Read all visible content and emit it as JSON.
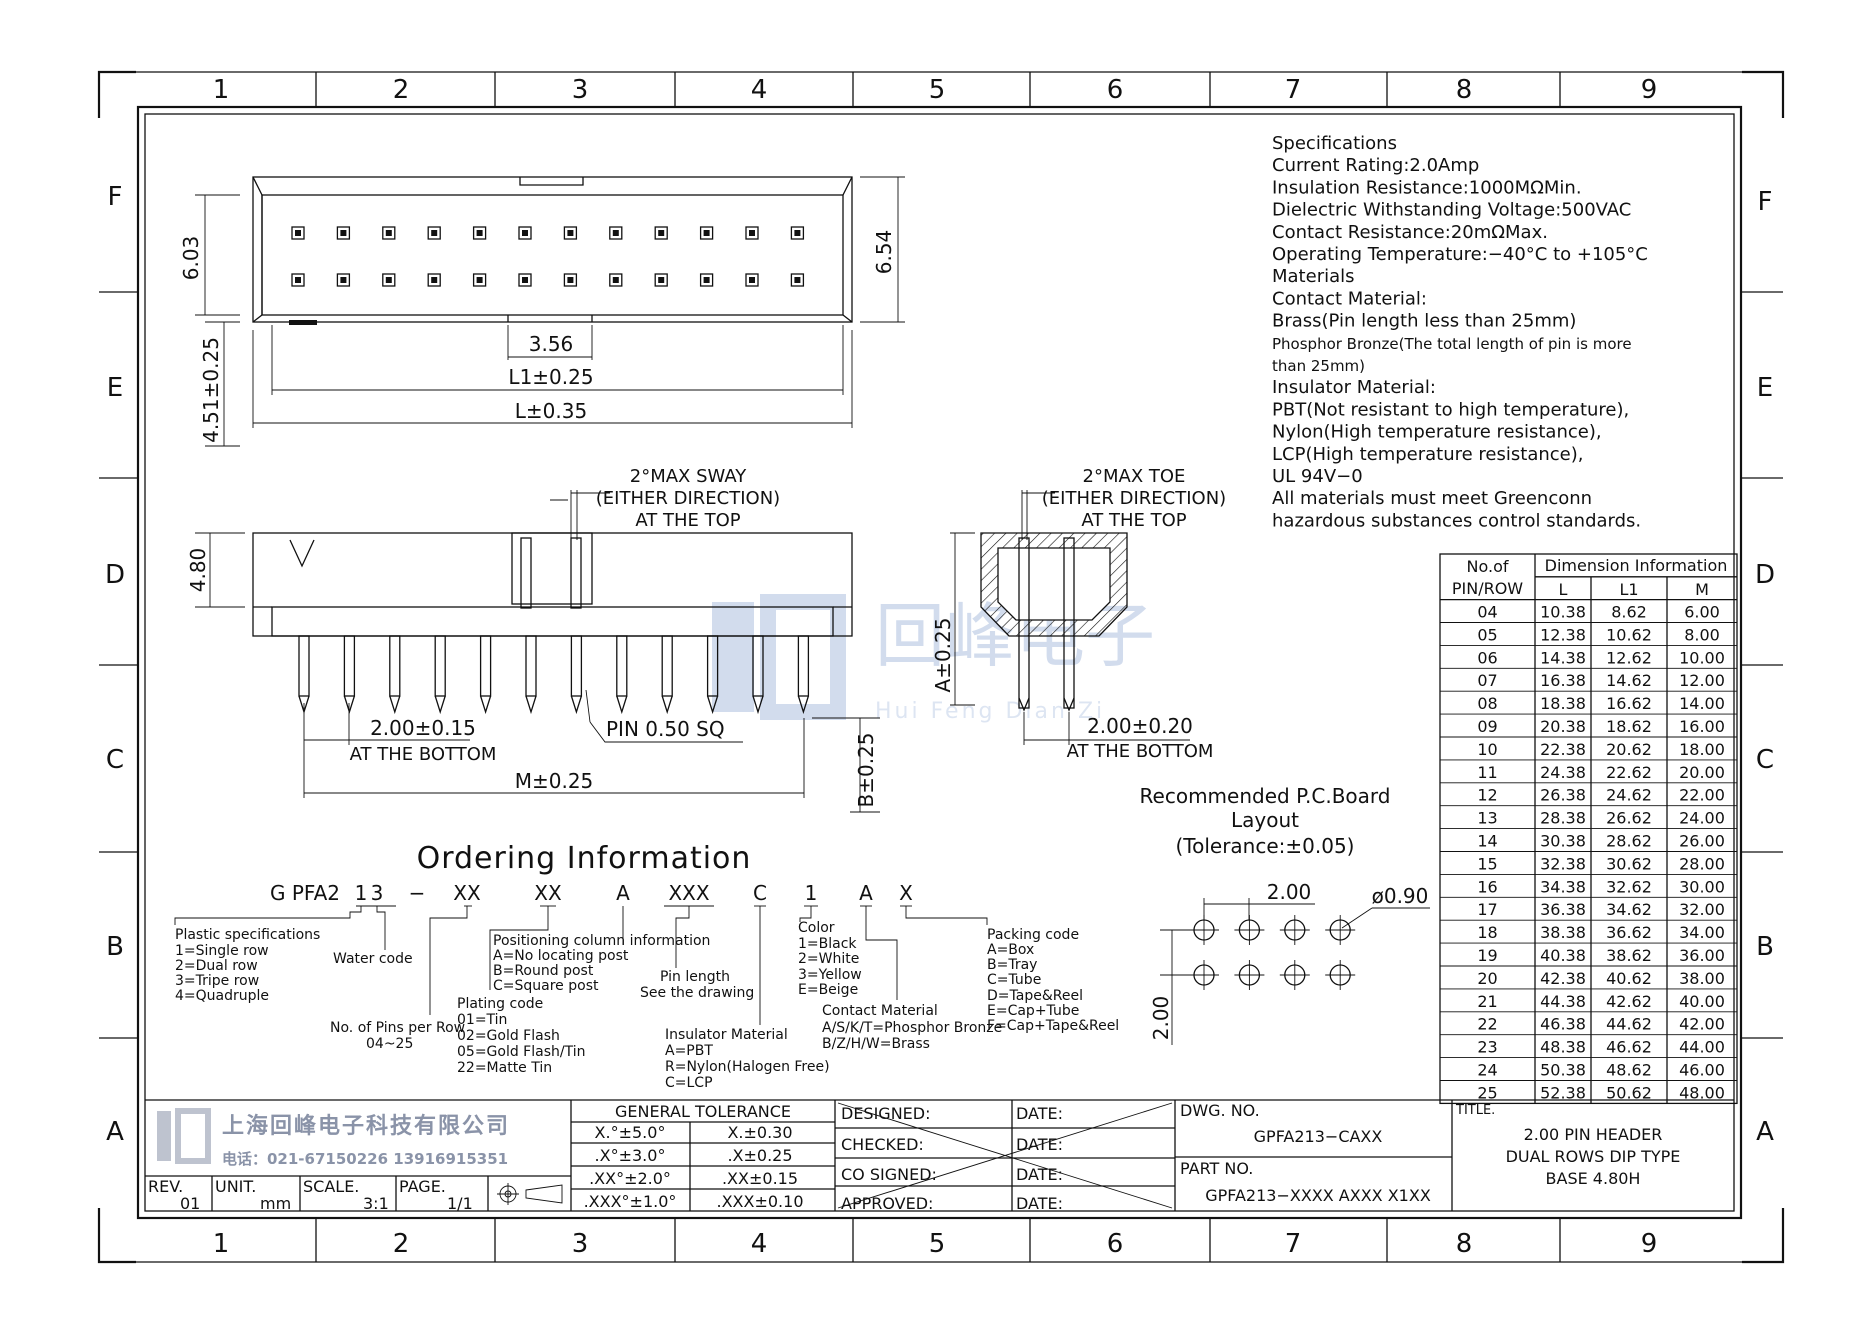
{
  "frame": {
    "columns": [
      "1",
      "2",
      "3",
      "4",
      "5",
      "6",
      "7",
      "8",
      "9"
    ],
    "rows": [
      "F",
      "E",
      "D",
      "C",
      "B",
      "A"
    ]
  },
  "top_view": {
    "dims": {
      "height_inner": "6.03",
      "height_outer": "6.54",
      "pitch": "3.56",
      "l1": "L1±0.25",
      "l": "L±0.35",
      "offset": "4.51±0.25"
    }
  },
  "side_view": {
    "sway_label": [
      "2°MAX SWAY",
      "(EITHER DIRECTION)",
      "AT THE TOP"
    ],
    "height": "4.80",
    "pitch": "2.00±0.15",
    "pitch_note": "AT THE BOTTOM",
    "pin": "PIN 0.50 SQ",
    "m": "M±0.25",
    "b": "B±0.25"
  },
  "end_view": {
    "toe_label": [
      "2°MAX TOE",
      "(EITHER DIRECTION)",
      "AT THE TOP"
    ],
    "a": "A±0.25",
    "pitch": "2.00±0.20",
    "pitch_note": "AT THE BOTTOM"
  },
  "watermark": {
    "cn": "回峰电子",
    "en": "Hui Feng Dian Zi"
  },
  "specifications": [
    "Specifications",
    "Current  Rating:2.0Amp",
    "Insulation  Resistance:1000MΩMin.",
    "Dielectric  Withstanding  Voltage:500VAC",
    "Contact  Resistance:20mΩMax.",
    "Operating  Temperature:−40°C  to  +105°C",
    "Materials",
    "Contact  Material:",
    "Brass(Pin  length  less  than  25mm)",
    "Phosphor Bronze(The total length of pin is more",
    "than 25mm)",
    "Insulator  Material:",
    "PBT(Not  resistant  to  high  temperature),",
    "Nylon(High  temperature  resistance),",
    "LCP(High  temperature  resistance),",
    "UL  94V−0",
    "All  materials  must  meet  Greenconn",
    "hazardous  substances  control  standards."
  ],
  "dim_table": {
    "header_left": [
      "No.of",
      "PIN/ROW"
    ],
    "header_group": "Dimension  Information",
    "columns": [
      "L",
      "L1",
      "M"
    ],
    "rows": [
      [
        "04",
        "10.38",
        "8.62",
        "6.00"
      ],
      [
        "05",
        "12.38",
        "10.62",
        "8.00"
      ],
      [
        "06",
        "14.38",
        "12.62",
        "10.00"
      ],
      [
        "07",
        "16.38",
        "14.62",
        "12.00"
      ],
      [
        "08",
        "18.38",
        "16.62",
        "14.00"
      ],
      [
        "09",
        "20.38",
        "18.62",
        "16.00"
      ],
      [
        "10",
        "22.38",
        "20.62",
        "18.00"
      ],
      [
        "11",
        "24.38",
        "22.62",
        "20.00"
      ],
      [
        "12",
        "26.38",
        "24.62",
        "22.00"
      ],
      [
        "13",
        "28.38",
        "26.62",
        "24.00"
      ],
      [
        "14",
        "30.38",
        "28.62",
        "26.00"
      ],
      [
        "15",
        "32.38",
        "30.62",
        "28.00"
      ],
      [
        "16",
        "34.38",
        "32.62",
        "30.00"
      ],
      [
        "17",
        "36.38",
        "34.62",
        "32.00"
      ],
      [
        "18",
        "38.38",
        "36.62",
        "34.00"
      ],
      [
        "19",
        "40.38",
        "38.62",
        "36.00"
      ],
      [
        "20",
        "42.38",
        "40.62",
        "38.00"
      ],
      [
        "21",
        "44.38",
        "42.62",
        "40.00"
      ],
      [
        "22",
        "46.38",
        "44.62",
        "42.00"
      ],
      [
        "23",
        "48.38",
        "46.62",
        "44.00"
      ],
      [
        "24",
        "50.38",
        "48.62",
        "46.00"
      ],
      [
        "25",
        "52.38",
        "50.62",
        "48.00"
      ]
    ]
  },
  "pcb": {
    "title": [
      "Recommended  P.C.Board",
      "Layout",
      "(Tolerance:±0.05)"
    ],
    "pitch_h": "2.00",
    "hole": "ø0.90",
    "pitch_v": "2.00"
  },
  "ordering": {
    "title": "Ordering  Information",
    "code": [
      "G PFA2",
      "1",
      "3",
      "−",
      "XX",
      "XX",
      "A",
      "XXX",
      "C",
      "1",
      "A",
      "X"
    ],
    "plastic": [
      "Plastic  specifications",
      "1=Single  row",
      "2=Dual  row",
      "3=Tripe  row",
      "4=Quadruple"
    ],
    "water": "Water  code",
    "pins": [
      "No.  of  Pins  per  Row",
      "04~25"
    ],
    "plating": [
      "Plating  code",
      "01=Tin",
      "02=Gold  Flash",
      "05=Gold  Flash/Tin",
      "22=Matte  Tin"
    ],
    "positioning": [
      "Positioning  column  information",
      "A=No  locating  post",
      "B=Round  post",
      "C=Square  post"
    ],
    "pin_length": [
      "Pin  length",
      "See  the  drawing"
    ],
    "insulator": [
      "Insulator  Material",
      "A=PBT",
      "R=Nylon(Halogen  Free)",
      "C=LCP"
    ],
    "color": [
      "Color",
      "1=Black",
      "2=White",
      "3=Yellow",
      "E=Beige"
    ],
    "contact": [
      "Contact  Material",
      "A/S/K/T=Phosphor  Bronze",
      "B/Z/H/W=Brass"
    ],
    "packing": [
      "Packing  code",
      "A=Box",
      "B=Tray",
      "C=Tube",
      "D=Tape&Reel",
      "E=Cap+Tube",
      "F=Cap+Tape&Reel"
    ]
  },
  "title_block": {
    "company": "上海回峰电子科技有限公司",
    "phone": "电话：021-67150226   13916915351",
    "rev_label": "REV.",
    "rev": "01",
    "unit_label": "UNIT.",
    "unit": "mm",
    "scale_label": "SCALE.",
    "scale": "3:1",
    "page_label": "PAGE.",
    "page": "1/1",
    "tolerance_title": "GENERAL  TOLERANCE",
    "tolerances": [
      [
        "X.°±5.0°",
        "X.±0.30"
      ],
      [
        ".X°±3.0°",
        ".X±0.25"
      ],
      [
        ".XX°±2.0°",
        ".XX±0.15"
      ],
      [
        ".XXX°±1.0°",
        ".XXX±0.10"
      ]
    ],
    "roles": [
      "DESIGNED:",
      "CHECKED:",
      "CO  SIGNED:",
      "APPROVED:"
    ],
    "date_label": "DATE:",
    "dwg_label": "DWG.  NO.",
    "dwg_no": "GPFA213−CAXX",
    "part_label": "PART  NO.",
    "part_no": "GPFA213−XXXX  AXXX  X1XX",
    "title_label": "TITLE.",
    "title_lines": [
      "2.00  PIN  HEADER",
      "DUAL  ROWS  DIP  TYPE",
      "BASE  4.80H"
    ]
  }
}
